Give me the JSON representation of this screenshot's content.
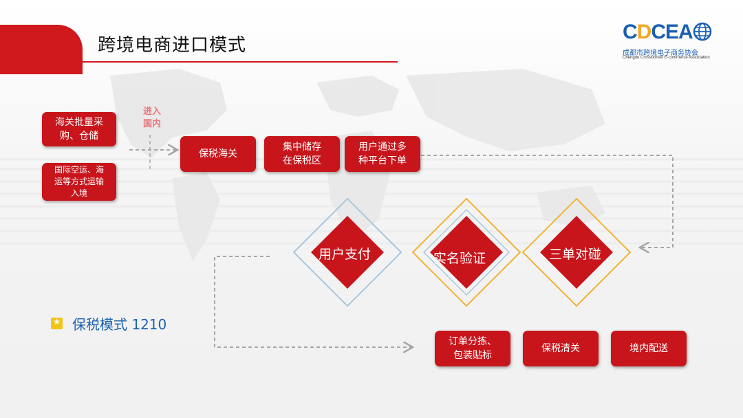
{
  "title": "跨境电商进口模式",
  "logo": {
    "mark": "CDCEA",
    "name_cn": "成都市跨境电子商务协会",
    "name_en": "Chengdu Crossborder E-commerce Association"
  },
  "sources": [
    "海关批量采\n购、仓储",
    "国际空运、海\n运等方式运输\n入境"
  ],
  "enter_label": "进入\n国内",
  "steps_top": [
    "保税海关",
    "集中储存\n在保税区",
    "用户通过多\n种平台下单"
  ],
  "diamonds": [
    "用户支付",
    "实名验证",
    "三单对碰"
  ],
  "steps_bottom": [
    "订单分拣、\n包装贴标",
    "保税清关",
    "境内配送"
  ],
  "mode": {
    "icon": "star-icon",
    "label": "保税模式 1210"
  },
  "colors": {
    "red": "#c7151b",
    "accent_blue": "#1c62b0",
    "frame_blue": "#a9c6dc",
    "frame_gold": "#f2b233",
    "connector": "#a6a6a6"
  }
}
